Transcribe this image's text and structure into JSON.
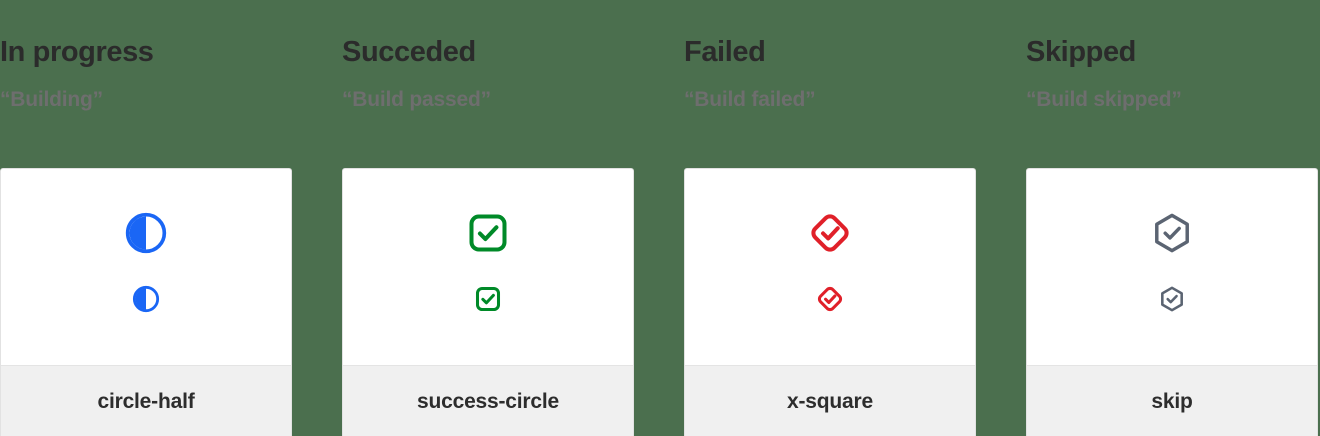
{
  "page": {
    "background_color": "#4b6f4e",
    "card_background": "#ffffff",
    "card_footer_background": "#f0f0f0",
    "title_color": "#2b2b2b",
    "subtitle_color": "#6e6e6e"
  },
  "columns": [
    {
      "title": "In progress",
      "subtitle": "“Building”",
      "icon_name": "circle-half-icon",
      "icon_label": "circle-half",
      "icon_color": "#1a66f5"
    },
    {
      "title": "Succeded",
      "subtitle": "“Build passed”",
      "icon_name": "success-circle-icon",
      "icon_label": "success-circle",
      "icon_color": "#008a28"
    },
    {
      "title": "Failed",
      "subtitle": "“Build failed”",
      "icon_name": "x-square-icon",
      "icon_label": "x-square",
      "icon_color": "#e02029"
    },
    {
      "title": "Skipped",
      "subtitle": "“Build skipped”",
      "icon_name": "skip-icon",
      "icon_label": "skip",
      "icon_color": "#5b6472"
    }
  ]
}
